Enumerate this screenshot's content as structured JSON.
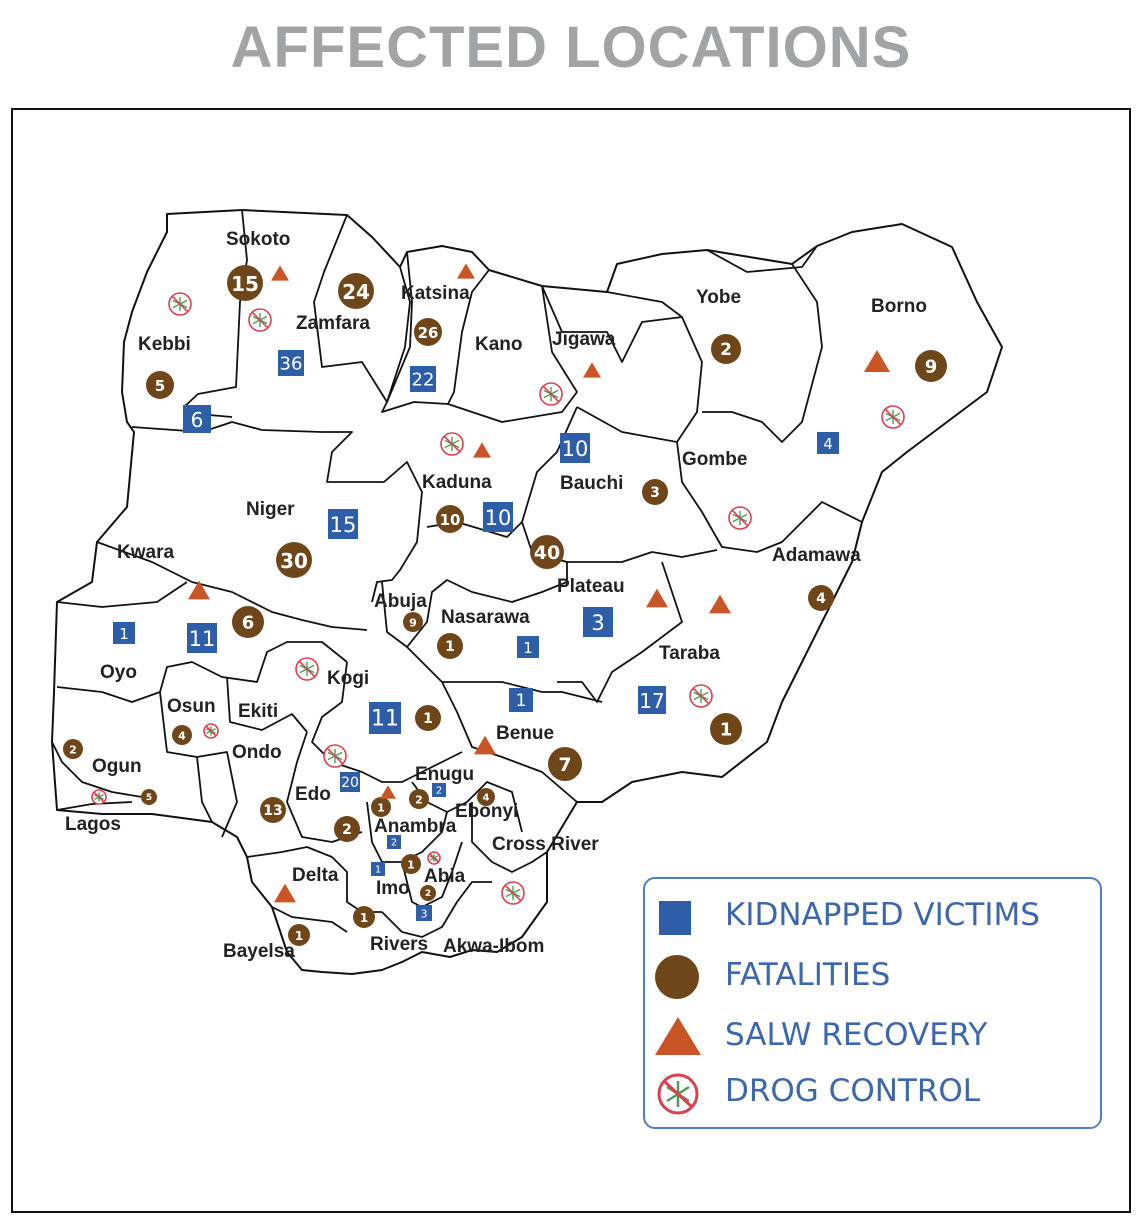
{
  "title": "AFFECTED LOCATIONS",
  "colors": {
    "kidnapped": "#2f5ea8",
    "fatalities": "#6e4619",
    "salw": "#c95527",
    "drug_ring": "#d9414e",
    "legend_text": "#3d67ad",
    "title": "#a1a3a5"
  },
  "legend": {
    "kidnapped": "KIDNAPPED VICTIMS",
    "fatalities": "FATALITIES",
    "salw": "SALW RECOVERY",
    "drug": "DROG CONTROL"
  },
  "states": [
    "Sokoto",
    "Zamfara",
    "Katsina",
    "Kano",
    "Jigawa",
    "Yobe",
    "Borno",
    "Kebbi",
    "Kaduna",
    "Bauchi",
    "Gombe",
    "Niger",
    "Kwara",
    "Adamawa",
    "Plateau",
    "Abuja",
    "Nasarawa",
    "Taraba",
    "Oyo",
    "Kogi",
    "Osun",
    "Ekiti",
    "Benue",
    "Ondo",
    "Ogun",
    "Enugu",
    "Edo",
    "Ebonyi",
    "Lagos",
    "Anambra",
    "Cross River",
    "Delta",
    "Abia",
    "Imo",
    "Bayelsa",
    "Rivers",
    "Akwa-Ibom"
  ],
  "markers": {
    "kidnapped": [
      {
        "state": "Zamfara",
        "value": "36"
      },
      {
        "state": "Katsina",
        "value": "22"
      },
      {
        "state": "Kebbi",
        "value": "6"
      },
      {
        "state": "Bauchi",
        "value": "10"
      },
      {
        "state": "Borno",
        "value": "4"
      },
      {
        "state": "Kaduna",
        "value": "10"
      },
      {
        "state": "Niger",
        "value": "15"
      },
      {
        "state": "Oyo",
        "value": "1"
      },
      {
        "state": "Kwara",
        "value": "11"
      },
      {
        "state": "Plateau",
        "value": "3"
      },
      {
        "state": "Nasarawa",
        "value": "1"
      },
      {
        "state": "Benue",
        "value": "1"
      },
      {
        "state": "Taraba",
        "value": "17"
      },
      {
        "state": "Kogi",
        "value": "11"
      },
      {
        "state": "Edo",
        "value": "20"
      },
      {
        "state": "Enugu",
        "value": "2"
      },
      {
        "state": "Anambra",
        "value": "2"
      },
      {
        "state": "Imo",
        "value": "1"
      },
      {
        "state": "Rivers",
        "value": "3"
      }
    ],
    "fatalities": [
      {
        "state": "Sokoto",
        "value": "15"
      },
      {
        "state": "Zamfara",
        "value": "24"
      },
      {
        "state": "Katsina",
        "value": "26"
      },
      {
        "state": "Kebbi",
        "value": "5"
      },
      {
        "state": "Yobe",
        "value": "2"
      },
      {
        "state": "Borno",
        "value": "9"
      },
      {
        "state": "Bauchi",
        "value": "3"
      },
      {
        "state": "Kaduna",
        "value": "10"
      },
      {
        "state": "Plateau",
        "value": "40"
      },
      {
        "state": "Niger",
        "value": "30"
      },
      {
        "state": "Kwara",
        "value": "6"
      },
      {
        "state": "Abuja",
        "value": "9"
      },
      {
        "state": "Nasarawa",
        "value": "1"
      },
      {
        "state": "Adamawa",
        "value": "4"
      },
      {
        "state": "Taraba",
        "value": "1"
      },
      {
        "state": "Kogi",
        "value": "1"
      },
      {
        "state": "Benue",
        "value": "7"
      },
      {
        "state": "Osun",
        "value": "4"
      },
      {
        "state": "Ogun",
        "value": "2"
      },
      {
        "state": "Lagos",
        "value": "5"
      },
      {
        "state": "Ondo",
        "value": "13"
      },
      {
        "state": "Edo",
        "value": "2"
      },
      {
        "state": "Anambra",
        "value": "1"
      },
      {
        "state": "Enugu",
        "value": "2"
      },
      {
        "state": "Ebonyi",
        "value": "4"
      },
      {
        "state": "Imo",
        "value": "1"
      },
      {
        "state": "Abia",
        "value": "2"
      },
      {
        "state": "Rivers",
        "value": "1"
      },
      {
        "state": "Bayelsa",
        "value": "1"
      }
    ],
    "salw": [
      "Sokoto",
      "Katsina",
      "Jigawa",
      "Borno",
      "Kaduna",
      "Kwara",
      "Plateau",
      "Taraba",
      "Benue",
      "Anambra",
      "Delta"
    ],
    "drug": [
      "Kebbi",
      "Zamfara",
      "Kano",
      "Kaduna",
      "Borno",
      "Gombe",
      "Kogi",
      "Taraba",
      "Osun",
      "Edo",
      "Lagos",
      "Abia",
      "Akwa-Ibom"
    ]
  }
}
